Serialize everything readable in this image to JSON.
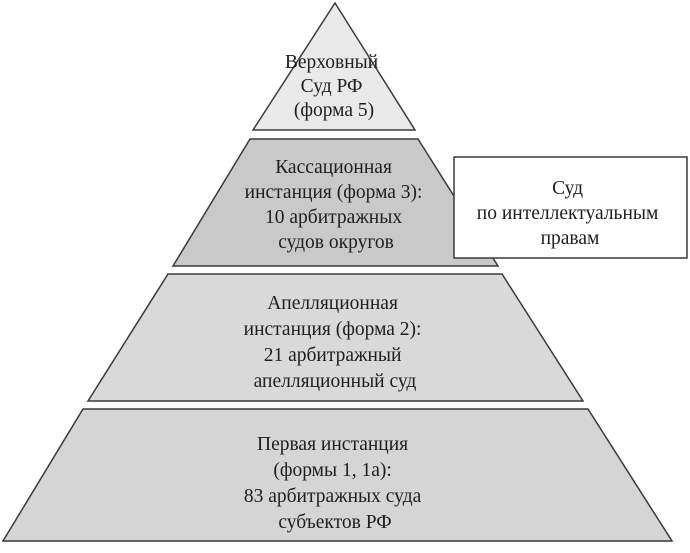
{
  "pyramid": {
    "tier_top": {
      "lines": [
        "Верховный",
        "Суд РФ",
        "(форма 5)"
      ],
      "fill": "#e9e9e9"
    },
    "tier_cassation": {
      "lines": [
        "Кассационная",
        "инстанция (форма 3):",
        "10 арбитражных",
        "судов округов"
      ],
      "fill": "#c9c9c9"
    },
    "tier_appeal": {
      "lines": [
        "Апелляционная",
        "инстанция (форма 2):",
        "21 арбитражный",
        "апелляционный суд"
      ],
      "fill": "#d9d9d9"
    },
    "tier_first": {
      "lines": [
        "Первая инстанция",
        "(формы 1, 1а):",
        "83 арбитражных суда",
        "субъектов РФ"
      ],
      "fill": "#d5d5d5"
    }
  },
  "ip_court": {
    "lines": [
      "Суд",
      "по интеллектуальным",
      "правам"
    ],
    "fill": "#ffffff"
  },
  "colors": {
    "outline": "#3a3a3a",
    "text": "#1e1e1e"
  }
}
